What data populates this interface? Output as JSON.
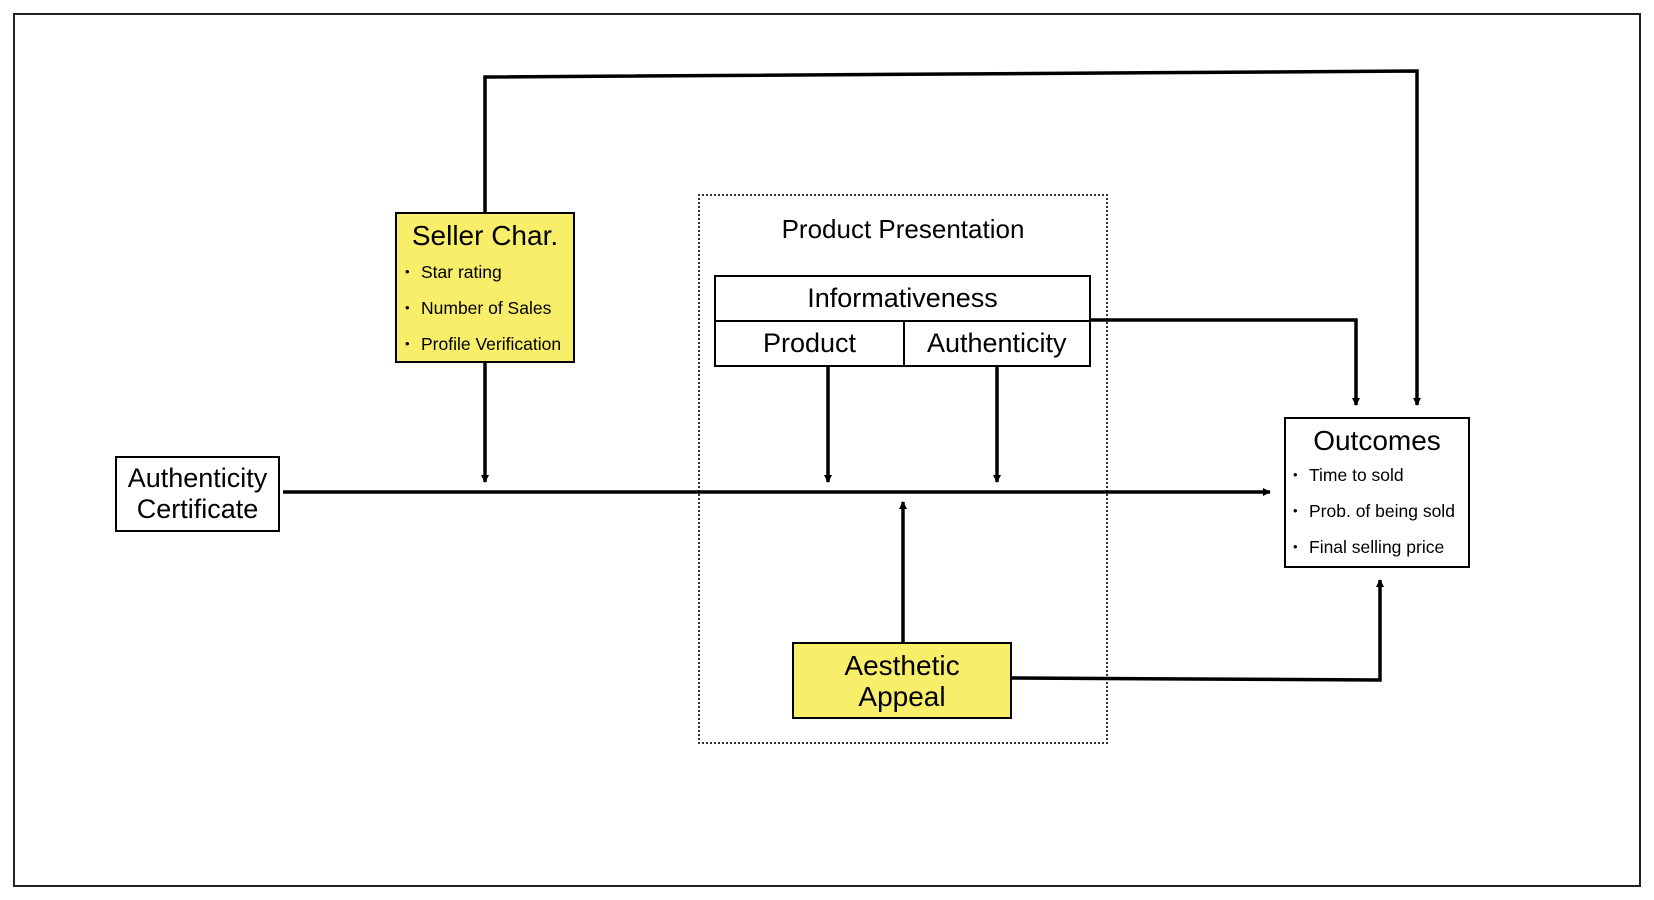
{
  "colors": {
    "highlight": "#f8ee6a",
    "line": "#000000"
  },
  "diagram": {
    "authenticity_certificate": {
      "line1": "Authenticity",
      "line2": "Certificate"
    },
    "seller_characteristics": {
      "title": "Seller Char.",
      "items": [
        "Star rating",
        "Number of Sales",
        "Profile Verification"
      ]
    },
    "product_presentation": {
      "title": "Product Presentation",
      "informativeness": {
        "title": "Informativeness",
        "left": "Product",
        "right": "Authenticity"
      },
      "aesthetic_appeal": {
        "line1": "Aesthetic",
        "line2": "Appeal"
      }
    },
    "outcomes": {
      "title": "Outcomes",
      "items": [
        "Time to sold",
        "Prob. of being sold",
        "Final selling price"
      ]
    }
  }
}
